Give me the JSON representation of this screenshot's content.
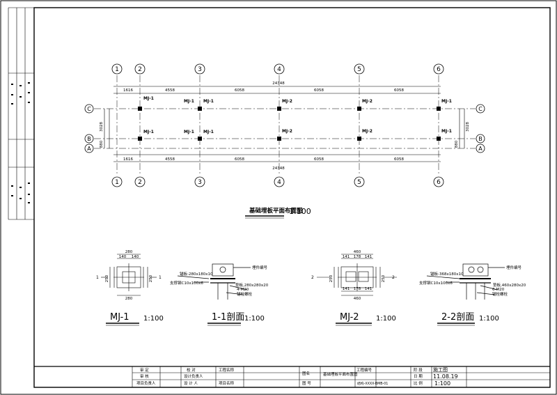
{
  "plan": {
    "title": "基础埋板平面布置图",
    "scale": "1:100",
    "total_dim": "24348",
    "left_margin_top": "1616",
    "left_margin_bottom": "1616",
    "bay_dims": [
      "4558",
      "6058",
      "6058",
      "6058"
    ],
    "axes": [
      "1",
      "2",
      "3",
      "4",
      "5",
      "6"
    ],
    "rows": [
      "C",
      "B",
      "A"
    ],
    "row_dims": [
      "3028",
      "880"
    ],
    "embed_labels": [
      "MJ-1",
      "MJ-1",
      "MJ-1",
      "MJ-2",
      "MJ-2",
      "MJ-1",
      "MJ-1",
      "MJ-1",
      "MJ-1",
      "MJ-2",
      "MJ-2",
      "MJ-1"
    ]
  },
  "details": [
    {
      "name": "MJ-1",
      "scale": "1:100",
      "width": "280",
      "half": [
        "140",
        "140"
      ],
      "height": "250",
      "section": "1"
    },
    {
      "name": "1-1剖面",
      "scale": "1:100"
    },
    {
      "name": "MJ-2",
      "scale": "1:100",
      "width": "460",
      "thirds": [
        "141",
        "178",
        "141"
      ],
      "height": "250",
      "section": "2"
    },
    {
      "name": "2-2剖面",
      "scale": "1:100"
    }
  ],
  "section_notes": {
    "s1": [
      "锚板-280x180x10",
      "支撑钢C10x100x6",
      "埋件编号",
      "4-M20",
      "锚栓螺栓",
      "垫板,280x280x20"
    ],
    "s2": [
      "锚板-368x180x10",
      "支撑钢C10x100x6",
      "埋件编号",
      "6-M20",
      "锚栓螺栓",
      "垫板,460x280x20"
    ]
  },
  "title_block": {
    "cells": [
      "审 定",
      "校 对",
      "工程名称",
      "图名",
      "基础埋板平面布置图",
      "工程编号",
      "阶 段",
      "施工图",
      "审 核",
      "设计负责人",
      "日 期",
      "11.08.19",
      "项目负责人",
      "设 计 人",
      "项目名称",
      "图 号",
      "结构-XXXX-BMB-01",
      "比 例",
      "1:100"
    ]
  }
}
